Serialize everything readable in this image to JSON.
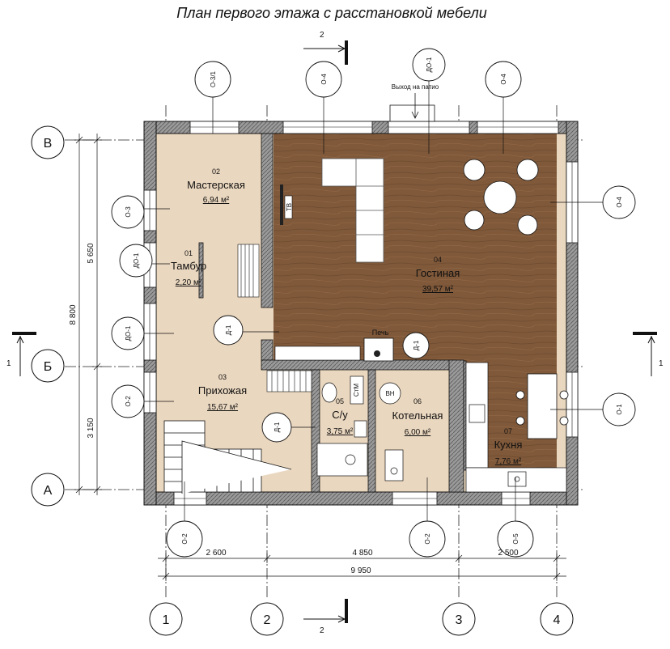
{
  "title": "План первого этажа с расстановкой мебели",
  "section_mark": "2",
  "axes": {
    "vertical": [
      "1",
      "2",
      "3",
      "4"
    ],
    "horizontal": [
      "В",
      "Б",
      "А"
    ]
  },
  "rooms": [
    {
      "num": "01",
      "name": "Тамбур",
      "area": "2,20 м²"
    },
    {
      "num": "02",
      "name": "Мастерская",
      "area": "6,94 м²"
    },
    {
      "num": "03",
      "name": "Прихожая",
      "area": "15,67 м²"
    },
    {
      "num": "04",
      "name": "Гостиная",
      "area": "39,57 м²"
    },
    {
      "num": "05",
      "name": "С/у",
      "area": "3,75 м²"
    },
    {
      "num": "06",
      "name": "Котельная",
      "area": "6,00 м²"
    },
    {
      "num": "07",
      "name": "Кухня",
      "area": "7,76 м²"
    }
  ],
  "labels": {
    "exit": "Выход на патио",
    "stove": "Печь",
    "tv": "ТВ",
    "boiler": "ВН",
    "washer": "СтМ"
  },
  "window_tags": [
    "О-3/1",
    "О-4",
    "ДО-1",
    "О-4",
    "О-3",
    "ДО-1",
    "ДО-1",
    "О-2",
    "О-4",
    "О-1",
    "О-2",
    "О-2",
    "О-5"
  ],
  "door_tags": [
    "Д-1",
    "Д-1",
    "Д-1"
  ],
  "dimensions": {
    "bottom": [
      "2 600",
      "4 850",
      "2 500"
    ],
    "total": "9 950",
    "left_total": "8 800",
    "left_upper": "5 650",
    "left_lower": "3 150"
  },
  "colors": {
    "wood": "#80593a",
    "beige": "#ead7bf",
    "wall": "#8a8a8a",
    "line": "#111111"
  }
}
